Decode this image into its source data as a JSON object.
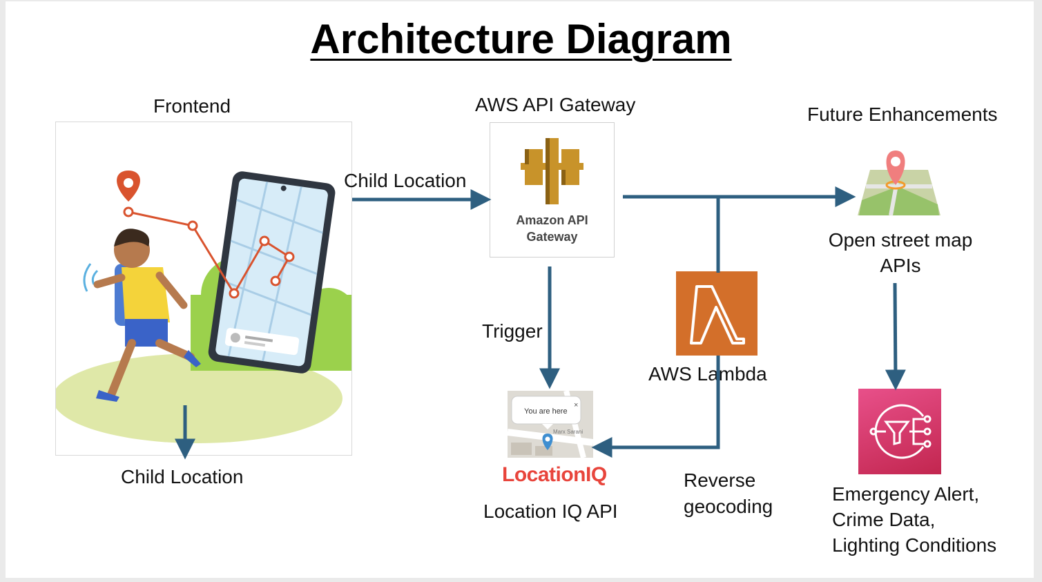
{
  "title": "Architecture Diagram",
  "frontend": {
    "heading": "Frontend",
    "output_label": "Child Location"
  },
  "gateway": {
    "heading": "AWS API Gateway",
    "logo_line1": "Amazon API",
    "logo_line2": "Gateway",
    "input_label": "Child Location"
  },
  "trigger_label": "Trigger",
  "lambda": {
    "label": "AWS Lambda"
  },
  "locationiq": {
    "popup_text": "You are here",
    "map_street": "Marx Sarani",
    "brand": "LocationIQ",
    "label": "Location IQ API"
  },
  "reverse_geocoding": {
    "line1": "Reverse",
    "line2": "geocoding"
  },
  "future": {
    "heading": "Future Enhancements",
    "osm_line1": "Open street map",
    "osm_line2": "APIs",
    "alert_line1": "Emergency Alert,",
    "alert_line2": "Crime Data,",
    "alert_line3": "Lighting Conditions"
  },
  "colors": {
    "arrow": "#2e5f80",
    "lambda": "#d36f2a",
    "sns": "#d42e64",
    "brand_red": "#e8453c",
    "gateway_gold": "#c8932a"
  }
}
